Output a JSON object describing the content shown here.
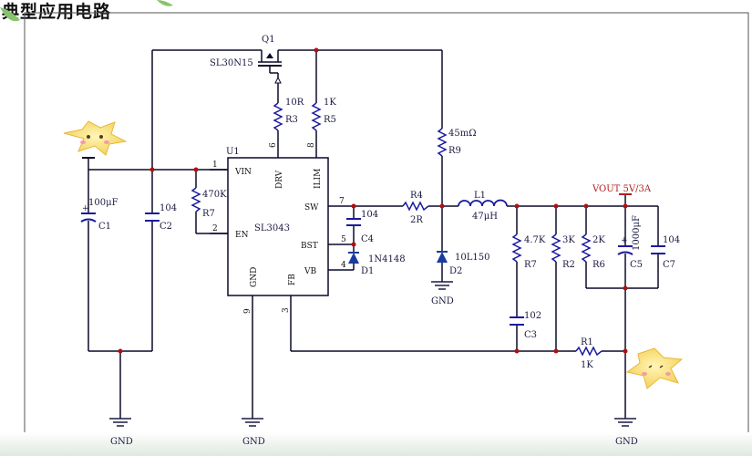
{
  "title": "典型应用电路",
  "ic": {
    "ref": "U1",
    "part": "SL3043",
    "pins": {
      "vin": "VIN",
      "en": "EN",
      "sw": "SW",
      "bst": "BST",
      "vb": "VB",
      "drv": "DRV",
      "ilim": "ILIM",
      "gnd": "GND",
      "fb": "FB"
    },
    "pin_numbers": {
      "vin": "1",
      "en": "2",
      "fb": "3",
      "vb": "4",
      "bst": "5",
      "drv": "6",
      "sw": "7",
      "ilim": "8",
      "gnd": "9"
    }
  },
  "components": {
    "q1": {
      "ref": "Q1",
      "part": "SL30N15"
    },
    "r3": {
      "ref": "R3",
      "value": "10R"
    },
    "r5": {
      "ref": "R5",
      "value": "1K"
    },
    "r9": {
      "ref": "R9",
      "value": "45mΩ"
    },
    "c1": {
      "ref": "C1",
      "value": "100μF"
    },
    "c2": {
      "ref": "C2",
      "value": "104"
    },
    "r7_left": {
      "ref": "R7",
      "value": "470K"
    },
    "c4": {
      "ref": "C4",
      "value": "104"
    },
    "d1": {
      "ref": "D1",
      "part": "1N4148"
    },
    "r4": {
      "ref": "R4",
      "value": "2R"
    },
    "d2": {
      "ref": "D2",
      "part": "10L150"
    },
    "l1": {
      "ref": "L1",
      "value": "47μH"
    },
    "r7_right": {
      "ref": "R7",
      "value": "4.7K"
    },
    "c3": {
      "ref": "C3",
      "value": "102"
    },
    "r2": {
      "ref": "R2",
      "value": "3K"
    },
    "r6": {
      "ref": "R6",
      "value": "2K"
    },
    "c5": {
      "ref": "C5",
      "value": "1000μF"
    },
    "c7": {
      "ref": "C7",
      "value": "104"
    },
    "r1": {
      "ref": "R1",
      "value": "1K"
    }
  },
  "output_label": "VOUT 5V/3A",
  "ground_label": "GND",
  "colors": {
    "wire": "#0a0a2a",
    "resistor": "#1a1aa0",
    "capacitor": "#1a1aa0",
    "inductor": "#1a1aa0",
    "diode": "#1a3aa0",
    "junction": "#b01010",
    "output_label": "#b02020",
    "ground": "#1a1a40"
  },
  "decorations": [
    "star-icon",
    "star-icon"
  ]
}
